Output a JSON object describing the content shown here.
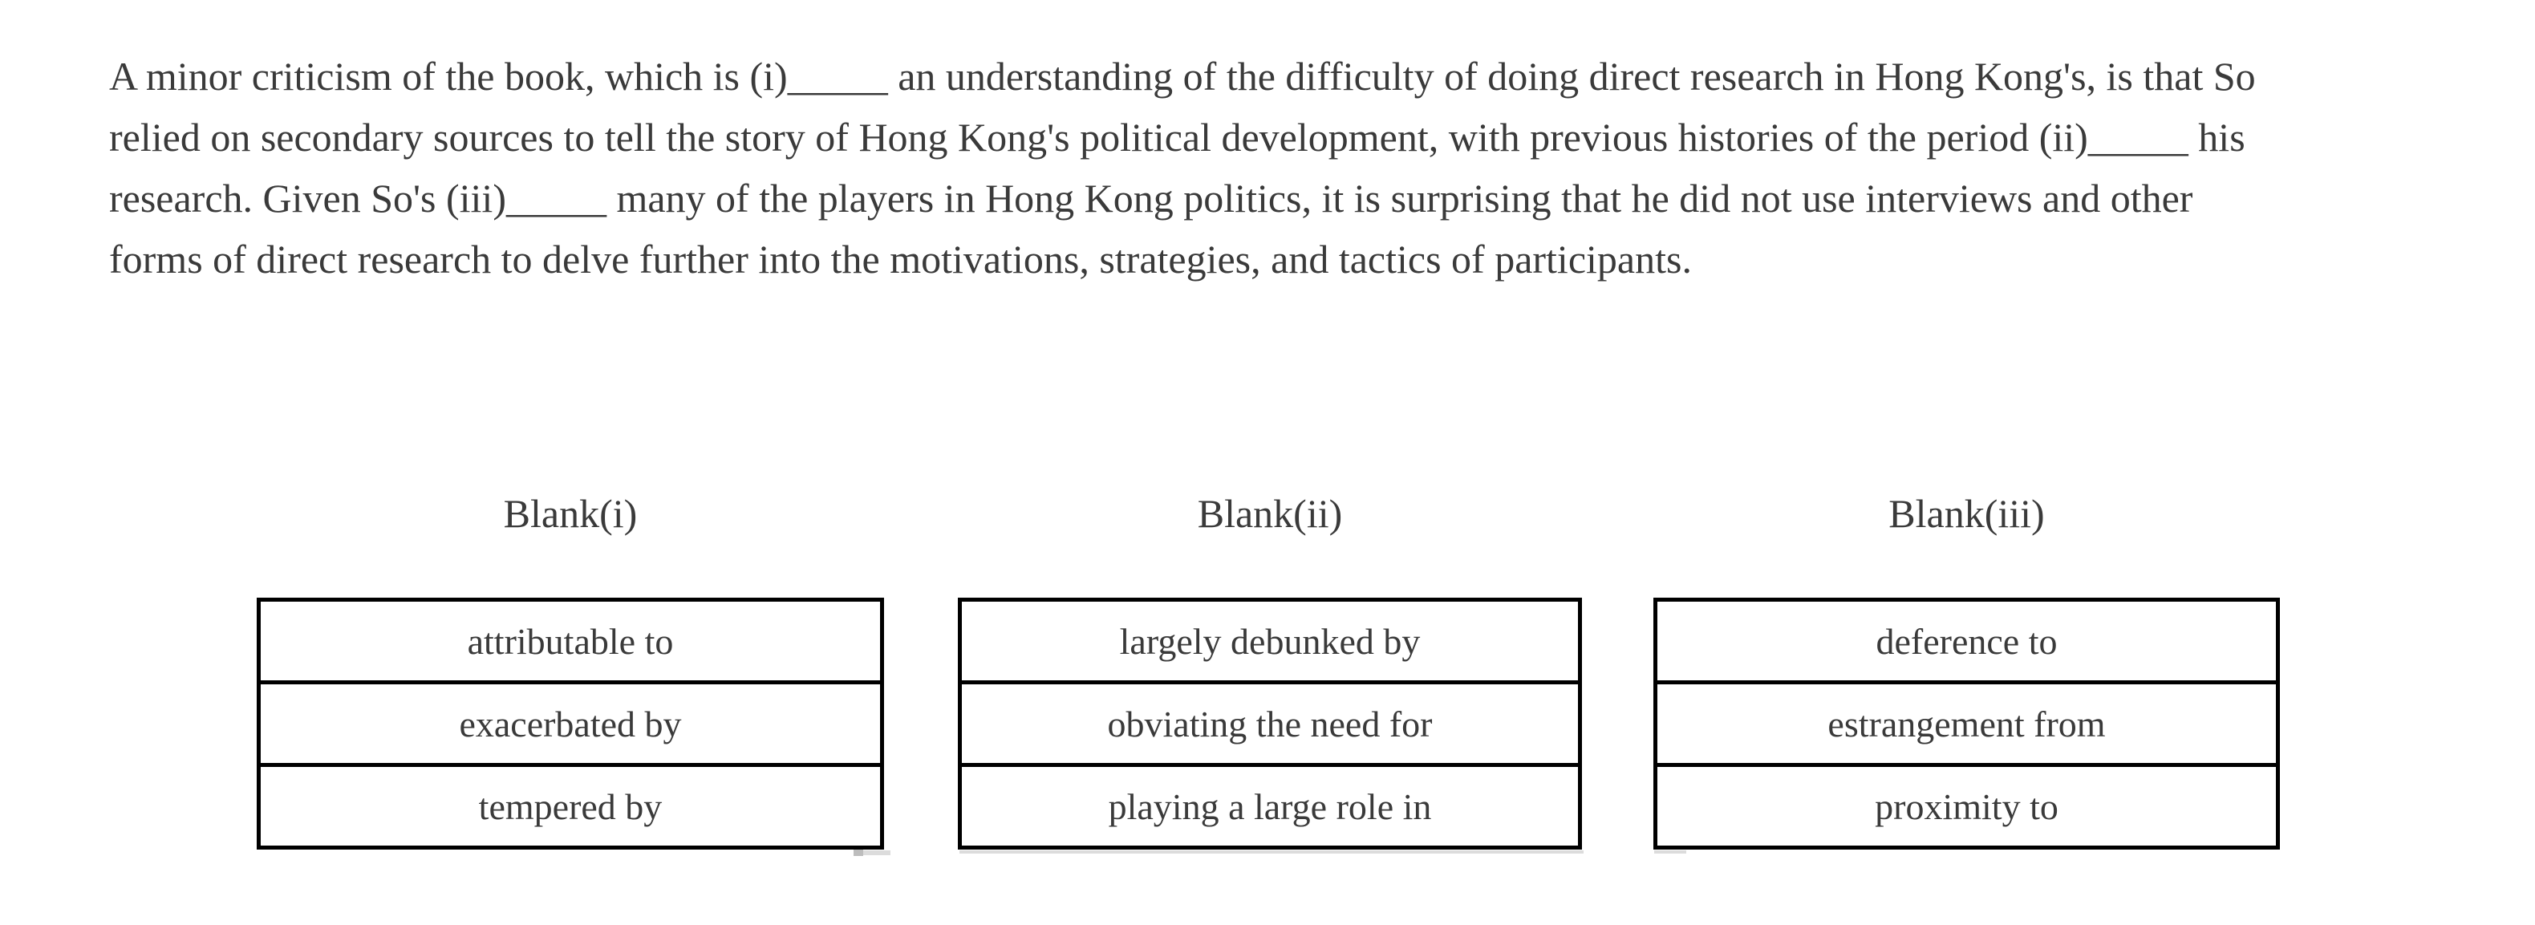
{
  "question": {
    "paragraph_lines": [
      "A minor criticism of the book, which is (i)_____ an understanding of the difficulty of doing direct research in Hong Kong's, is that So",
      "relied on secondary sources to tell the story of Hong Kong's political development, with previous histories of the period (ii)_____ his",
      "research. Given So's (iii)_____ many of the players in Hong Kong politics, it is surprising that he did not use interviews and other",
      "forms of direct research to delve further into the motivations, strategies, and tactics of participants."
    ]
  },
  "blanks": [
    {
      "label": "Blank(i)",
      "options": [
        "attributable to",
        "exacerbated by",
        "tempered by"
      ]
    },
    {
      "label": "Blank(ii)",
      "options": [
        "largely debunked by",
        "obviating the need for",
        "playing a large role in"
      ]
    },
    {
      "label": "Blank(iii)",
      "options": [
        "deference to",
        "estrangement from",
        "proximity to"
      ]
    }
  ],
  "colors": {
    "text": "#3a3a3a",
    "table_border": "#000000",
    "background": "#ffffff"
  }
}
